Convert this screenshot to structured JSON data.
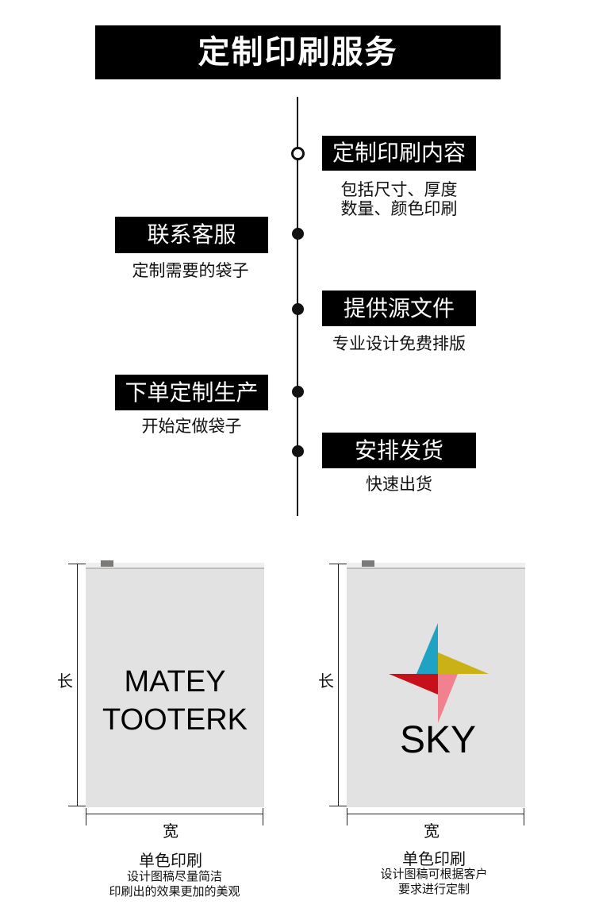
{
  "header": {
    "title": "定制印刷服务"
  },
  "steps": [
    {
      "label": "定制印刷内容",
      "desc_line1": "包括尺寸、厚度",
      "desc_line2": "数量、颜色印刷"
    },
    {
      "label": "联系客服",
      "desc": "定制需要的袋子"
    },
    {
      "label": "提供源文件",
      "desc": "专业设计免费排版"
    },
    {
      "label": "下单定制生产",
      "desc": "开始定做袋子"
    },
    {
      "label": "安排发货",
      "desc": "快速出货"
    }
  ],
  "samples": [
    {
      "text_line1": "MATEY",
      "text_line2": "TOOTERK",
      "length_label": "长",
      "width_label": "宽",
      "caption": "单色印刷",
      "sub_line1": "设计图稿尽量简洁",
      "sub_line2": "印刷出的效果更加的美观"
    },
    {
      "logo_text": "SKY",
      "length_label": "长",
      "width_label": "宽",
      "caption": "单色印刷",
      "sub_line1": "设计图稿可根据客户",
      "sub_line2": "要求进行定制",
      "logo_colors": [
        "#1ea3c4",
        "#c9b116",
        "#c8101a",
        "#f28190"
      ]
    }
  ]
}
